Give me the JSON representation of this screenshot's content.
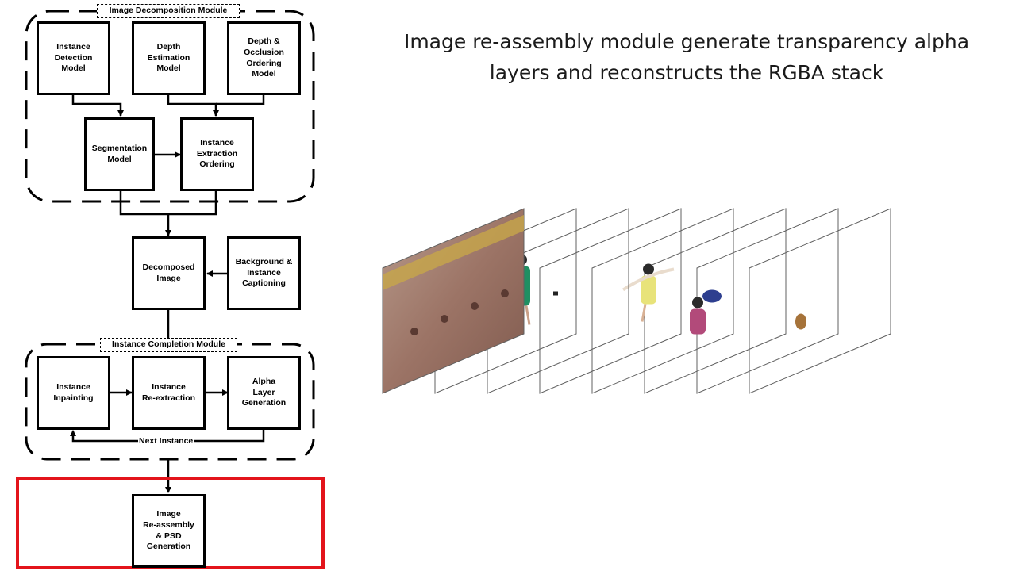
{
  "headline": {
    "line1": "Image re-assembly module generate transparency alpha",
    "line2": "layers and reconstructs the RGBA stack"
  },
  "flowchart": {
    "decomposition_module": {
      "label": "Image Decomposition Module",
      "instance_detection": "Instance\nDetection\nModel",
      "depth_estimation": "Depth\nEstimation\nModel",
      "depth_occlusion_ordering": "Depth &\nOcclusion\nOrdering\nModel",
      "segmentation": "Segmentation\nModel",
      "instance_extraction_ordering": "Instance\nExtraction\nOrdering"
    },
    "decomposed_image": "Decomposed\nImage",
    "background_captioning": "Background &\nInstance\nCaptioning",
    "completion_module": {
      "label": "Instance Completion Module",
      "instance_inpainting": "Instance\nInpainting",
      "instance_reextraction": "Instance\nRe-extraction",
      "alpha_layer_generation": "Alpha\nLayer\nGeneration",
      "loop_label": "Next Instance"
    },
    "reassembly": "Image\nRe-assembly\n& PSD\nGeneration"
  },
  "colors": {
    "highlight": "#e3141b",
    "stroke": "#000000",
    "layer_outline": "#606060"
  },
  "layer_stack": {
    "layer_count": 8,
    "layers": [
      {
        "content": "background wall photo"
      },
      {
        "content": "handbag"
      },
      {
        "content": "woman in green dress"
      },
      {
        "content": "small dark object"
      },
      {
        "content": "white feather"
      },
      {
        "content": "woman in yellow top"
      },
      {
        "content": "girl with backpack"
      },
      {
        "content": "brown handbag"
      }
    ]
  }
}
